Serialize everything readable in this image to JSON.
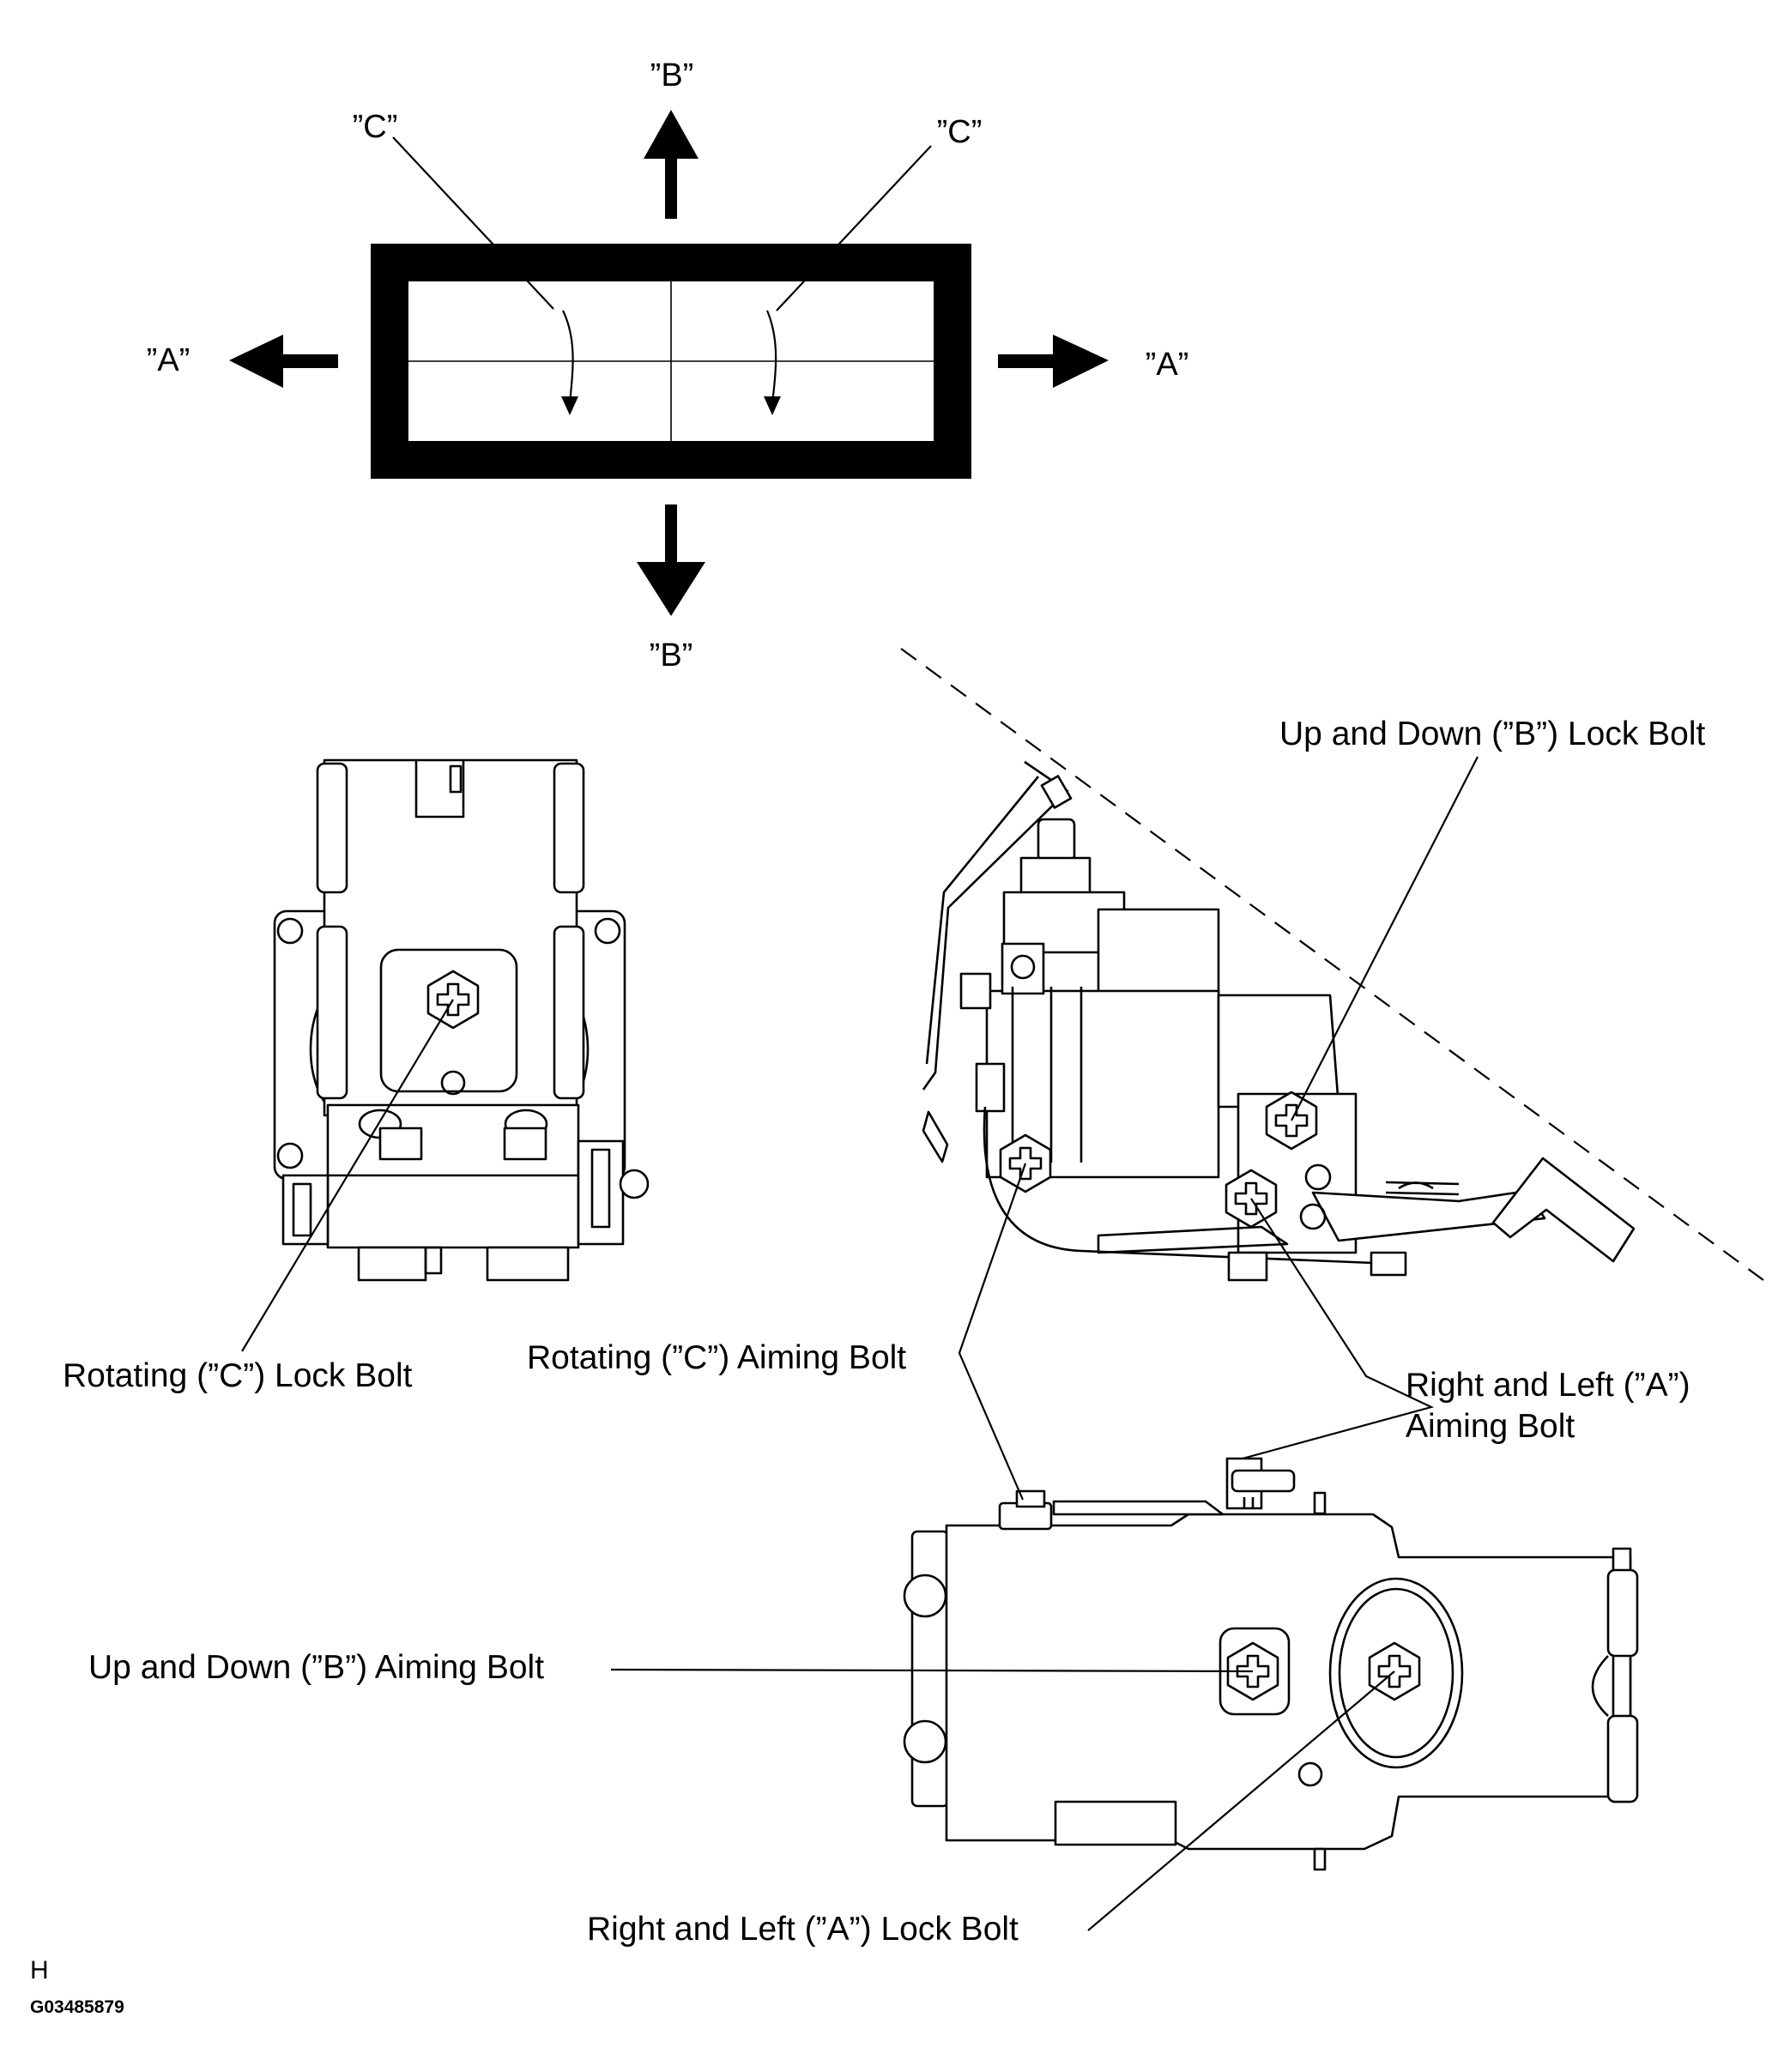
{
  "diagram": {
    "directions": {
      "up": "”B”",
      "down": "”B”",
      "left": "”A”",
      "right": "”A”",
      "rotate_left": "”C”",
      "rotate_right": "”C”"
    },
    "callouts": {
      "up_down_lock_bolt": "Up and Down (”B”) Lock Bolt",
      "rotating_lock_bolt": "Rotating (”C”) Lock Bolt",
      "rotating_aiming_bolt": "Rotating (”C”) Aiming Bolt",
      "right_left_aiming_bolt_line1": "Right and Left (”A”)",
      "right_left_aiming_bolt_line2": "Aiming Bolt",
      "up_down_aiming_bolt": "Up and Down (”B”) Aiming Bolt",
      "right_left_lock_bolt": "Right and Left (”A”) Lock Bolt"
    },
    "footer": {
      "letter": "H",
      "figure_code": "G03485879"
    }
  }
}
